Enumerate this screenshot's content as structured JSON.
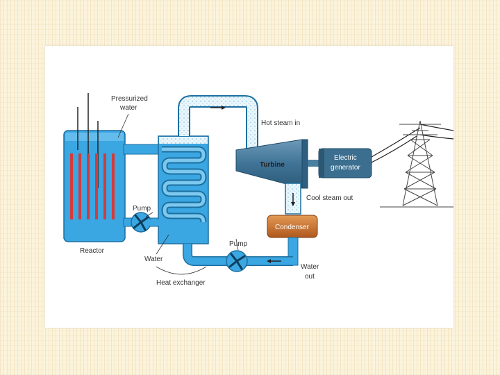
{
  "labels": {
    "pressurized_water_1": "Pressurized",
    "pressurized_water_2": "water",
    "hot_steam_in": "Hot steam in",
    "turbine": "Turbine",
    "electric_generator_1": "Electric",
    "electric_generator_2": "generator",
    "pump_left": "Pump",
    "reactor": "Reactor",
    "water": "Water",
    "heat_exchanger": "Heat exchanger",
    "pump_bottom": "Pump",
    "cool_steam_out": "Cool steam out",
    "condenser": "Condenser",
    "water_out_1": "Water",
    "water_out_2": "out"
  },
  "colors": {
    "water_blue": "#3aa0df",
    "water_dark": "#1f6fa8",
    "steam_light": "#e6f4fb",
    "turbine": "#4a7fa0",
    "generator": "#3b6e8f",
    "condenser": "#c8702c",
    "rods": "#d23b3b"
  }
}
